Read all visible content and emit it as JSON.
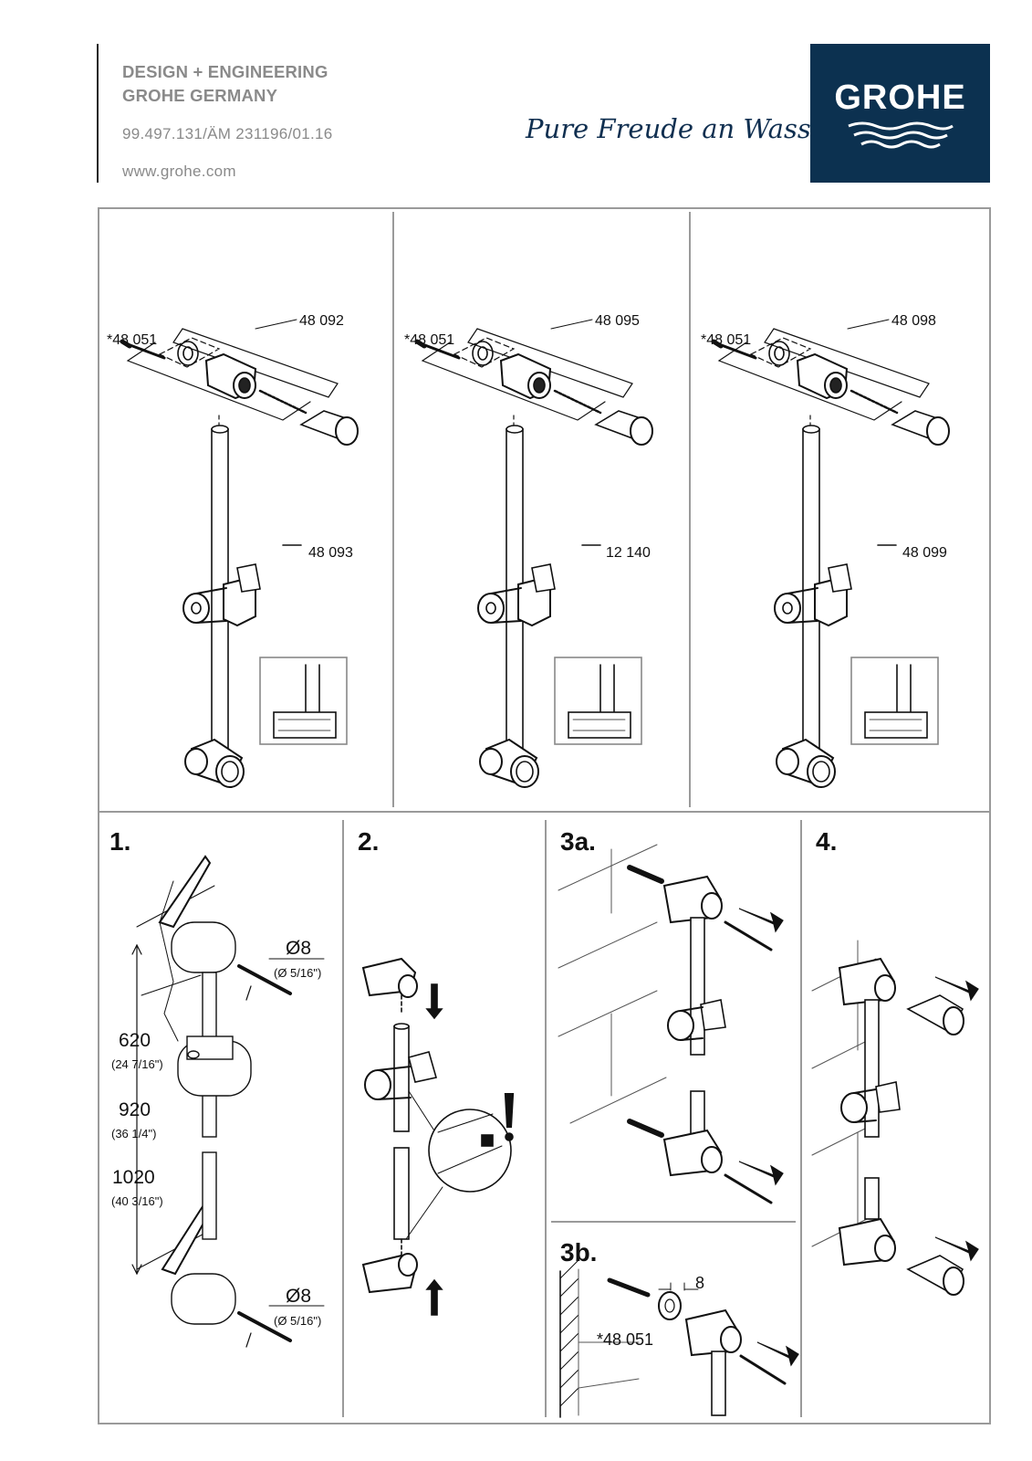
{
  "header": {
    "line1": "DESIGN + ENGINEERING",
    "line2": "GROHE GERMANY",
    "doc_code": "99.497.131/ÄM 231196/01.16",
    "url": "www.grohe.com",
    "tagline": "Pure Freude an Wasser",
    "logo_text": "GROHE"
  },
  "variants": [
    {
      "wall_bracket": "48 092",
      "slider": "48 093",
      "spacer": "*48 051"
    },
    {
      "wall_bracket": "48 095",
      "slider": "12 140",
      "spacer": "*48 051"
    },
    {
      "wall_bracket": "48 098",
      "slider": "48 099",
      "spacer": "*48 051"
    }
  ],
  "steps": {
    "s1": "1.",
    "s2": "2.",
    "s3a": "3a.",
    "s3b": "3b.",
    "s4": "4."
  },
  "step1": {
    "drill_top": "Ø8",
    "drill_top_sub": "(Ø 5/16\")",
    "drill_bottom": "Ø8",
    "drill_bottom_sub": "(Ø 5/16\")",
    "dim1": "620",
    "dim1_sub": "(24 7/16\")",
    "dim2": "920",
    "dim2_sub": "(36 1/4\")",
    "dim3": "1020",
    "dim3_sub": "(40 3/16\")"
  },
  "step3b": {
    "gap": "8",
    "spacer": "*48 051"
  }
}
